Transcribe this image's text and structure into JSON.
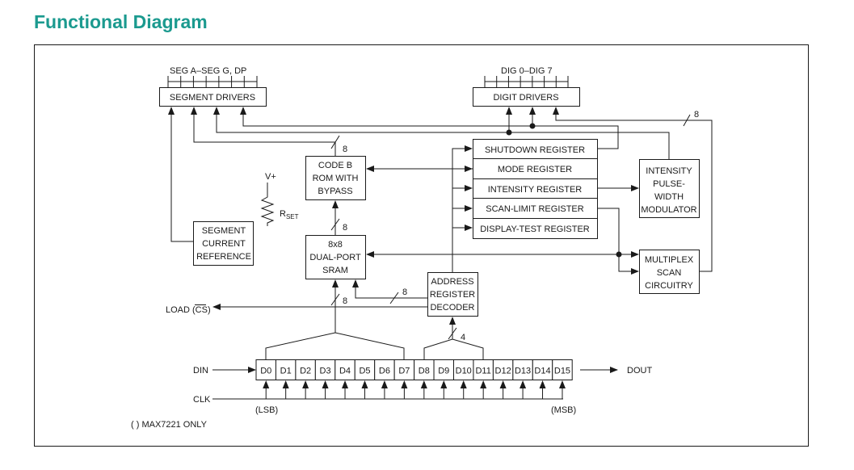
{
  "title": "Functional Diagram",
  "colors": {
    "title": "#1b9a8f",
    "line": "#1a1a1a"
  },
  "labels": {
    "seg_pins": "SEG A–SEG G, DP",
    "dig_pins": "DIG 0–DIG 7",
    "segment_drivers": "SEGMENT DRIVERS",
    "digit_drivers": "DIGIT DRIVERS",
    "vplus": "V+",
    "rset": "R",
    "rset_sub": "SET",
    "segment_ref": [
      "SEGMENT",
      "CURRENT",
      "REFERENCE"
    ],
    "code_b": [
      "CODE B",
      "ROM WITH",
      "BYPASS"
    ],
    "sram": [
      "8x8",
      "DUAL-PORT",
      "SRAM"
    ],
    "address_decoder": [
      "ADDRESS",
      "REGISTER",
      "DECODER"
    ],
    "registers": [
      "SHUTDOWN REGISTER",
      "MODE REGISTER",
      "INTENSITY REGISTER",
      "SCAN-LIMIT REGISTER",
      "DISPLAY-TEST REGISTER"
    ],
    "intensity_pwm": [
      "INTENSITY",
      "PULSE-",
      "WIDTH",
      "MODULATOR"
    ],
    "multiplex_scan": [
      "MULTIPLEX",
      "SCAN",
      "CIRCUITRY"
    ],
    "bus_8": "8",
    "bus_4": "4",
    "load": "LOAD (CS)",
    "din": "DIN",
    "dout": "DOUT",
    "clk": "CLK",
    "lsb": "(LSB)",
    "msb": "(MSB)",
    "footnote": "( ) MAX7221 ONLY",
    "shift_bits": [
      "D0",
      "D1",
      "D2",
      "D3",
      "D4",
      "D5",
      "D6",
      "D7",
      "D8",
      "D9",
      "D10",
      "D11",
      "D12",
      "D13",
      "D14",
      "D15"
    ]
  }
}
